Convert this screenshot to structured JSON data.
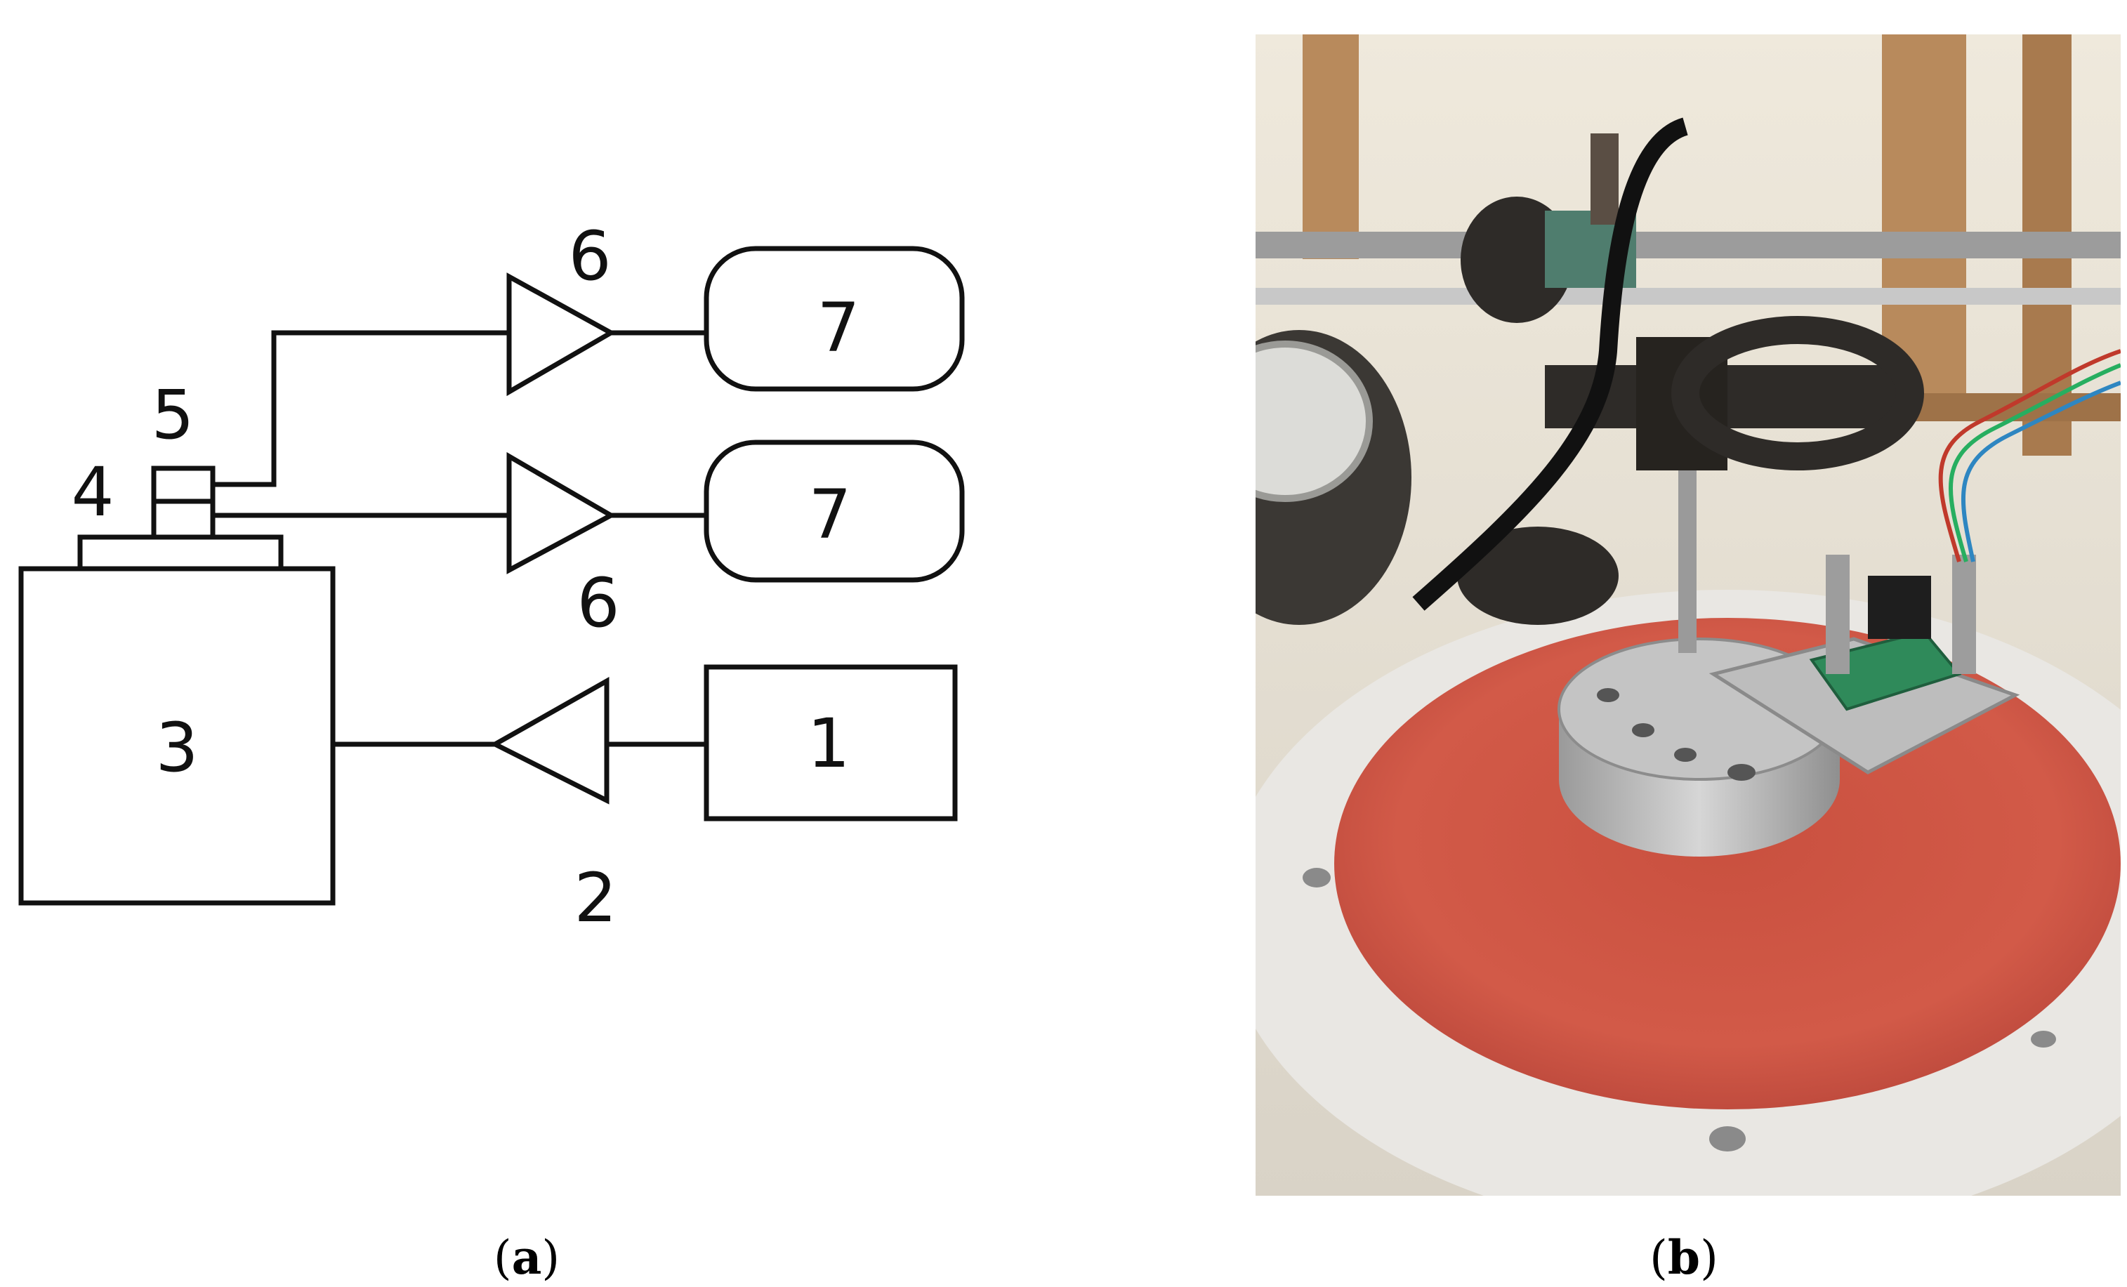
{
  "diagram": {
    "labels": {
      "signal_generator": "1",
      "input_amplifier": "2",
      "vibration_exciter": "3",
      "mounting_plate": "4",
      "sensor": "5",
      "amplifier_upper": "6",
      "amplifier_lower": "6",
      "recorder_upper": "7",
      "recorder_lower": "7"
    }
  },
  "captions": {
    "a": {
      "open": "(",
      "letter": "a",
      "close": ")"
    },
    "b": {
      "open": "(",
      "letter": "b",
      "close": ")"
    }
  },
  "photo": {
    "colors": {
      "plate_red": "#d25a48",
      "ring_white": "#e9e7e3",
      "background_cream": "#efe9dc",
      "wood": "#b88a5c",
      "metal": "#b9b9b9",
      "dark_metal": "#2e2b28",
      "pcb_green": "#2f8a5a"
    }
  }
}
